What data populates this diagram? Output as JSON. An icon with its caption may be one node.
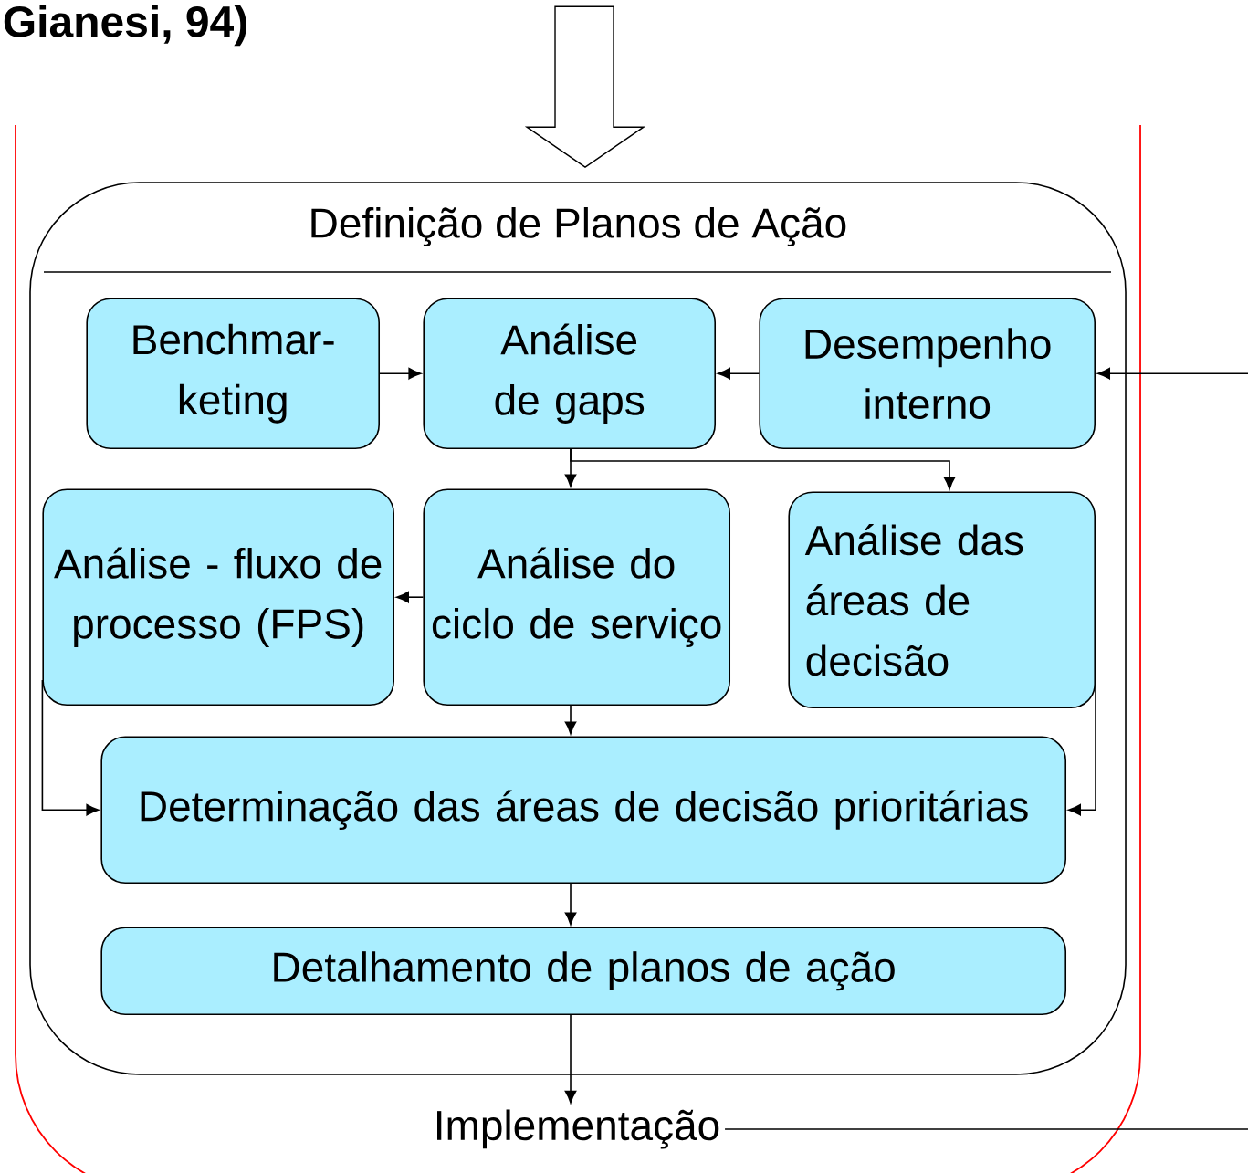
{
  "diagram": {
    "nodes": [
      {
        "text": [
          "Definição de Planos de Ação"
        ]
      },
      {
        "text": [
          "Benchmar-keting"
        ],
        "in": 0
      },
      {
        "text": [
          "Análise de gaps"
        ],
        "in": 0
      },
      {
        "text": [
          "Desempenho interno"
        ],
        "in": 0
      },
      {
        "text": [
          "Análise - fluxo de processo (FPS)"
        ],
        "in": 0
      },
      {
        "text": [
          "Análise do ciclo de serviço"
        ],
        "in": 0
      },
      {
        "text": [
          "Análise das áreas de decisão"
        ],
        "in": 0
      },
      {
        "text": [
          "Determinação das áreas de decisão prioritárias"
        ],
        "in": 0
      },
      {
        "text": [
          "Detalhamento de planos de ação"
        ],
        "in": 0
      },
      {
        "text": [
          "Implementação"
        ]
      }
    ],
    "edges": [
      {
        "from": null,
        "to": 0,
        "arrow": "to"
      },
      {
        "from": 1,
        "to": 2,
        "arrow": "to"
      },
      {
        "from": 3,
        "to": 2,
        "arrow": "to"
      },
      {
        "from": 2,
        "to": 5,
        "arrow": "to"
      },
      {
        "from": 2,
        "to": 6,
        "arrow": "to"
      },
      {
        "from": 5,
        "to": 4,
        "arrow": "to"
      },
      {
        "from": 5,
        "to": 7,
        "arrow": "to"
      },
      {
        "from": 4,
        "to": 7,
        "arrow": "to"
      },
      {
        "from": 6,
        "to": 7,
        "arrow": "to"
      },
      {
        "from": 7,
        "to": 8,
        "arrow": "to"
      },
      {
        "from": 8,
        "to": 9,
        "arrow": "to"
      },
      {
        "from": null,
        "to": 3,
        "arrow": "to"
      },
      {
        "from": 9,
        "to": null,
        "arrow": "none"
      }
    ],
    "labels": [
      "Gianesi, 94)"
    ]
  }
}
